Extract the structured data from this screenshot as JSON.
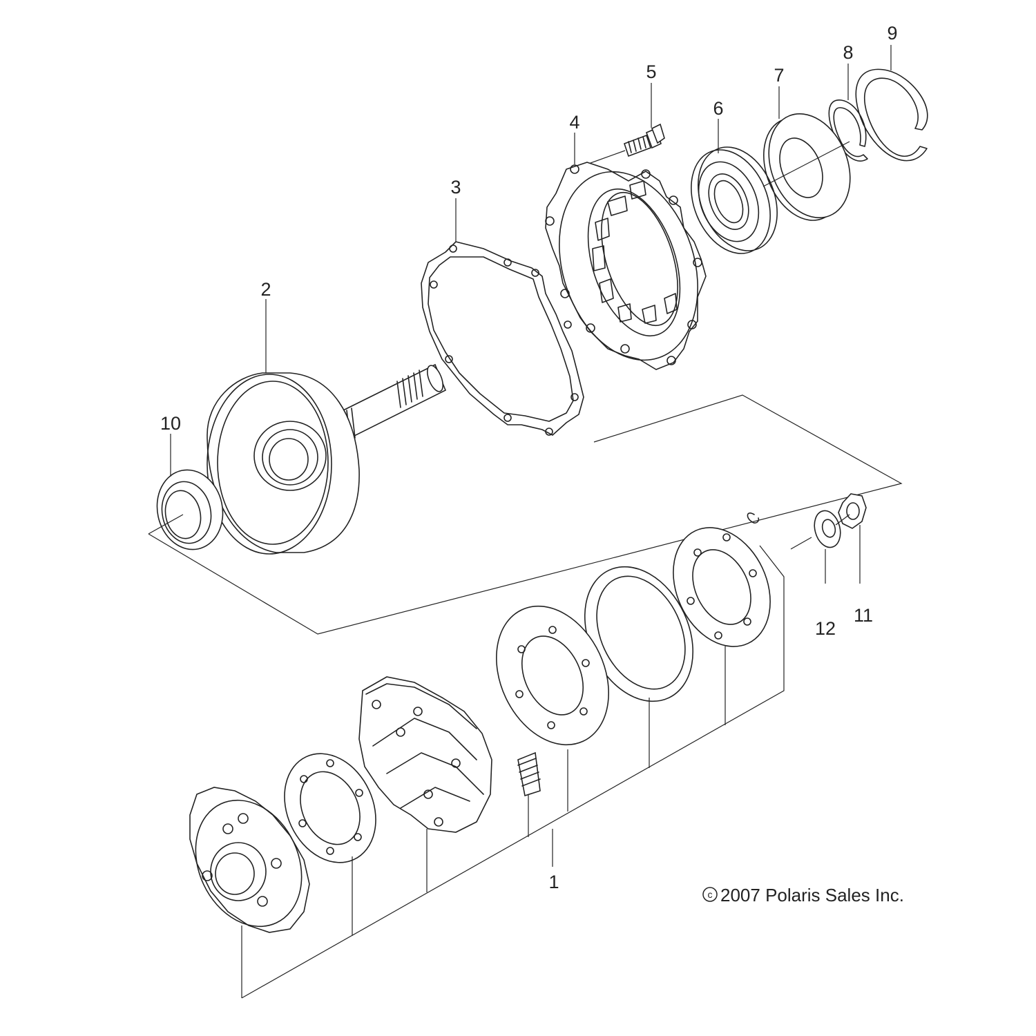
{
  "callouts": [
    "1",
    "2",
    "3",
    "4",
    "5",
    "6",
    "7",
    "8",
    "9",
    "10",
    "11",
    "12"
  ],
  "copyright": {
    "symbol": "c",
    "text": "2007 Polaris Sales Inc."
  }
}
